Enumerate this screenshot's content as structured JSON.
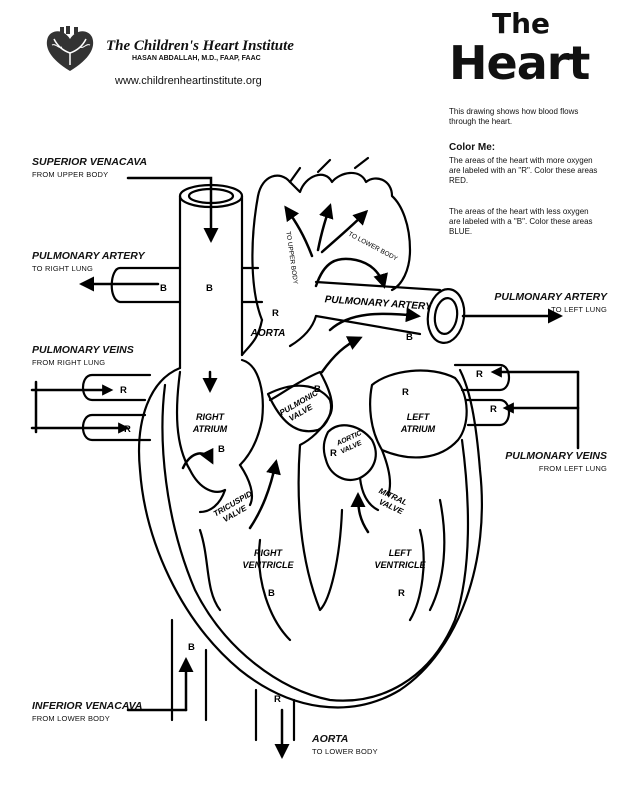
{
  "header": {
    "institute": "The Children's Heart Institute",
    "doctor": "HASAN ABDALLAH, M.D., FAAP, FAAC",
    "url": "www.childrenheartinstitute.org"
  },
  "title": {
    "line1": "The",
    "line2": "Heart"
  },
  "intro": "This drawing shows how blood flows through the heart.",
  "color_me": {
    "heading": "Color Me:",
    "para_r": "The areas of the heart with more oxygen are labeled with an \"R\". Color these areas RED.",
    "para_b": "The areas of the heart with less oxygen are labeled with a \"B\". Color these areas BLUE."
  },
  "labels": {
    "sup_vena": "SUPERIOR VENACAVA",
    "sup_vena_sub": "FROM UPPER BODY",
    "pulm_art_l": "PULMONARY ARTERY",
    "pulm_art_l_sub": "TO RIGHT LUNG",
    "pulm_veins_l": "PULMONARY VEINS",
    "pulm_veins_l_sub": "FROM RIGHT LUNG",
    "pulm_art_r": "PULMONARY ARTERY",
    "pulm_art_r_sub": "TO LEFT LUNG",
    "pulm_veins_r": "PULMONARY VEINS",
    "pulm_veins_r_sub": "FROM LEFT LUNG",
    "inf_vena": "INFERIOR VENACAVA",
    "inf_vena_sub": "FROM LOWER BODY",
    "aorta_bottom": "AORTA",
    "aorta_bottom_sub": "TO LOWER BODY",
    "aorta_top": "AORTA",
    "pulm_artery_inner": "PULMONARY ARTERY",
    "to_upper_body": "TO UPPER BODY",
    "to_lower_body": "TO LOWER BODY",
    "right_atrium_1": "RIGHT",
    "right_atrium_2": "ATRIUM",
    "left_atrium_1": "LEFT",
    "left_atrium_2": "ATRIUM",
    "right_ventricle_1": "RIGHT",
    "right_ventricle_2": "VENTRICLE",
    "left_ventricle_1": "LEFT",
    "left_ventricle_2": "VENTRICLE",
    "pulmonic_1": "PULMONIC",
    "pulmonic_2": "VALVE",
    "aortic_1": "AORTIC",
    "aortic_2": "VALVE",
    "tricuspid_1": "TRICUSPID",
    "tricuspid_2": "VALVE",
    "mitral_1": "MITRAL",
    "mitral_2": "VALVE"
  },
  "markers": {
    "r": "R",
    "b": "B"
  }
}
